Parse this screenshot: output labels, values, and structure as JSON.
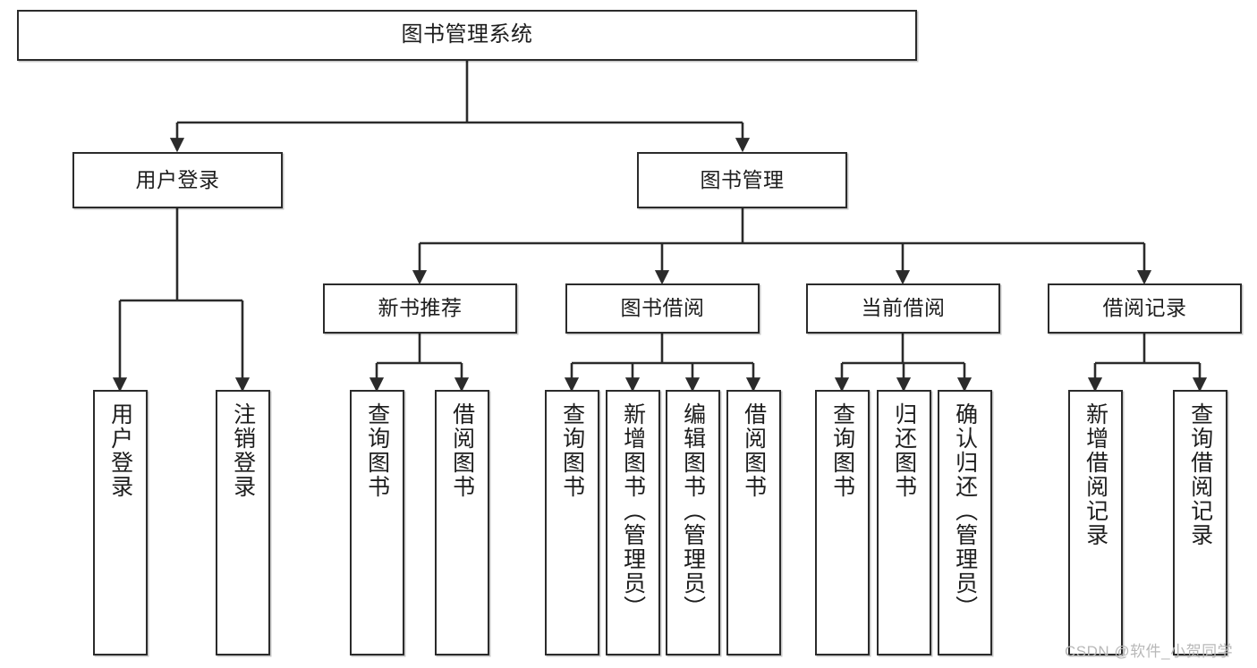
{
  "diagram": {
    "type": "tree",
    "title": "图书管理系统",
    "watermark": "CSDN @软件_小贺同学",
    "colors": {
      "stroke": "#2b2b2b",
      "fill": "#ffffff",
      "text": "#1d1d1d",
      "watermark": "#b8b8b8"
    },
    "levels": {
      "root": {
        "label": "图书管理系统"
      },
      "level2": [
        {
          "id": "user-login",
          "label": "用户登录"
        },
        {
          "id": "book-manage",
          "label": "图书管理"
        }
      ],
      "level3": [
        {
          "id": "new-book-recommend",
          "label": "新书推荐"
        },
        {
          "id": "book-borrow",
          "label": "图书借阅"
        },
        {
          "id": "current-borrow",
          "label": "当前借阅"
        },
        {
          "id": "borrow-record",
          "label": "借阅记录"
        }
      ],
      "leaves": [
        {
          "id": "leaf-user-login",
          "label": "用户登录",
          "parent": "user-login"
        },
        {
          "id": "leaf-logout-login",
          "label": "注销登录",
          "parent": "user-login"
        },
        {
          "id": "leaf-query-book-1",
          "label": "查询图书",
          "parent": "new-book-recommend"
        },
        {
          "id": "leaf-borrow-book-1",
          "label": "借阅图书",
          "parent": "new-book-recommend"
        },
        {
          "id": "leaf-query-book-2",
          "label": "查询图书",
          "parent": "book-borrow"
        },
        {
          "id": "leaf-add-book",
          "label": "新增图书（管理员）",
          "parent": "book-borrow"
        },
        {
          "id": "leaf-edit-book",
          "label": "编辑图书（管理员）",
          "parent": "book-borrow"
        },
        {
          "id": "leaf-borrow-book-2",
          "label": "借阅图书",
          "parent": "book-borrow"
        },
        {
          "id": "leaf-query-book-3",
          "label": "查询图书",
          "parent": "current-borrow"
        },
        {
          "id": "leaf-return-book",
          "label": "归还图书",
          "parent": "current-borrow"
        },
        {
          "id": "leaf-confirm-return",
          "label": "确认归还（管理员）",
          "parent": "current-borrow"
        },
        {
          "id": "leaf-add-borrow-record",
          "label": "新增借阅记录",
          "parent": "borrow-record"
        },
        {
          "id": "leaf-query-borrow-record",
          "label": "查询借阅记录",
          "parent": "borrow-record"
        }
      ]
    }
  }
}
